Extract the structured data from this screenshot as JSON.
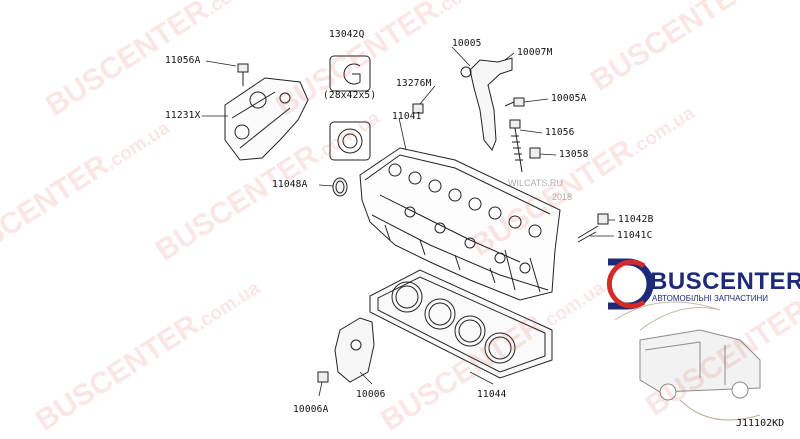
{
  "callouts": [
    {
      "id": "13042Q",
      "text": "13042Q"
    },
    {
      "id": "28x42x5",
      "text": "(28x42x5)"
    },
    {
      "id": "10005",
      "text": "10005"
    },
    {
      "id": "10007M",
      "text": "10007M"
    },
    {
      "id": "11056A",
      "text": "11056A"
    },
    {
      "id": "13276M",
      "text": "13276M"
    },
    {
      "id": "10005A",
      "text": "10005A"
    },
    {
      "id": "11231X",
      "text": "11231X"
    },
    {
      "id": "11041",
      "text": "11041"
    },
    {
      "id": "11056",
      "text": "11056"
    },
    {
      "id": "13058",
      "text": "13058"
    },
    {
      "id": "11048A",
      "text": "11048A"
    },
    {
      "id": "11042B",
      "text": "11042B"
    },
    {
      "id": "11041C",
      "text": "11041C"
    },
    {
      "id": "10006",
      "text": "10006"
    },
    {
      "id": "10006A",
      "text": "10006A"
    },
    {
      "id": "11044",
      "text": "11044"
    }
  ],
  "diagram_code": "J11102KD",
  "logo": {
    "name": "BUSCENTER",
    "tagline": "АВТОМОБІЛЬНІ ЗАПЧАСТИНИ",
    "color": "#1d2a7a",
    "accent": "#d42a2a"
  },
  "watermark": {
    "main": "BUSCENTER",
    "sub": ".com.ua",
    "color": "#e13c3c"
  },
  "wilcats": {
    "line1": "WILCATS.RU",
    "line2": "2018"
  }
}
